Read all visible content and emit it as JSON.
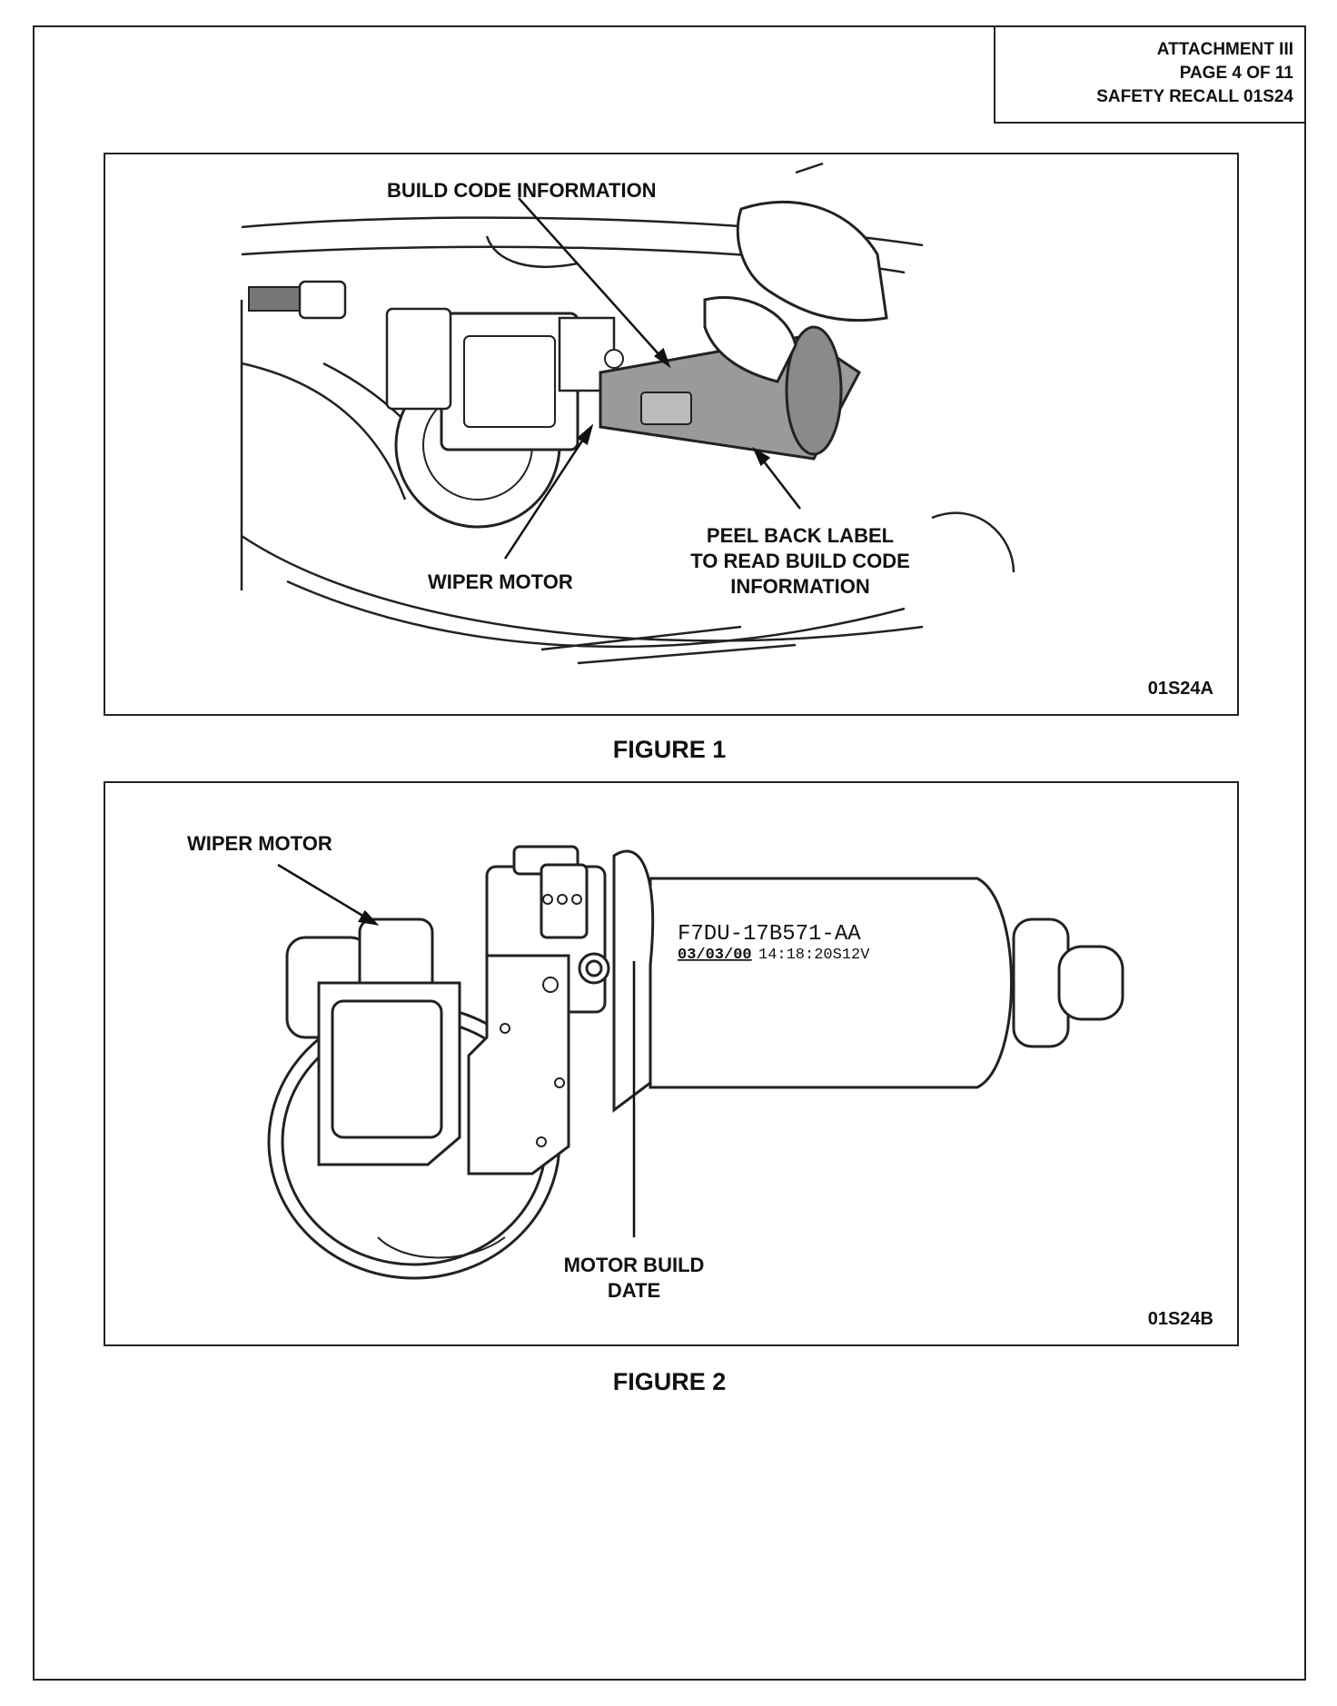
{
  "header": {
    "line1": "ATTACHMENT III",
    "line2": "PAGE 4 OF 11",
    "line3": "SAFETY RECALL 01S24"
  },
  "figure1": {
    "caption": "FIGURE 1",
    "code": "01S24A",
    "label_build_code": "BUILD CODE INFORMATION",
    "label_wiper_motor": "WIPER MOTOR",
    "label_peel_line1": "PEEL BACK LABEL",
    "label_peel_line2": "TO READ BUILD CODE",
    "label_peel_line3": "INFORMATION"
  },
  "figure2": {
    "caption": "FIGURE 2",
    "code": "01S24B",
    "label_wiper_motor": "WIPER MOTOR",
    "part_number": "F7DU-17B571-AA",
    "build_date": "03/03/00",
    "build_code_rest": "14:18:20S12V",
    "label_build_date_line1": "MOTOR BUILD",
    "label_build_date_line2": "DATE"
  }
}
